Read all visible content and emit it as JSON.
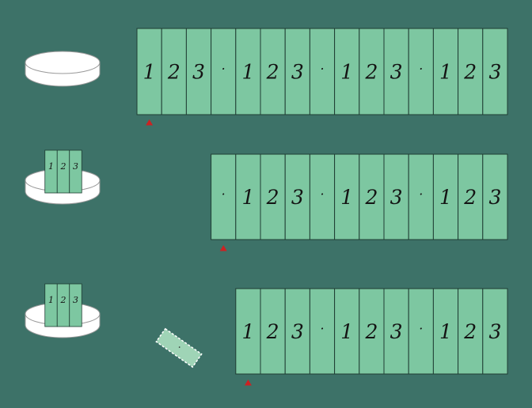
{
  "colors": {
    "background": "#3d7268",
    "card_fill": "#7dc7a1",
    "card_stroke": "#1f3d33",
    "plate_fill": "#ffffff",
    "plate_stroke": "#999999",
    "marker": "#cc2222",
    "ejected_card_fill": "#9fd4b6",
    "ejected_card_border": "#ffffff"
  },
  "rows": [
    {
      "plate_cards": [],
      "row_cards": [
        "1",
        "2",
        "3",
        "·",
        "1",
        "2",
        "3",
        "·",
        "1",
        "2",
        "3",
        "·",
        "1",
        "2",
        "3"
      ],
      "marker_index": 0,
      "ejected_card": null
    },
    {
      "plate_cards": [
        "1",
        "2",
        "3"
      ],
      "row_cards": [
        "·",
        "1",
        "2",
        "3",
        "·",
        "1",
        "2",
        "3",
        "·",
        "1",
        "2",
        "3"
      ],
      "marker_index": 0,
      "ejected_card": null
    },
    {
      "plate_cards": [
        "1",
        "2",
        "3"
      ],
      "row_cards": [
        "1",
        "2",
        "3",
        "·",
        "1",
        "2",
        "3",
        "·",
        "1",
        "2",
        "3"
      ],
      "marker_index": 0,
      "ejected_card": "·"
    }
  ],
  "icons": {
    "plate": "plate-icon",
    "marker": "pointer-triangle-icon"
  }
}
